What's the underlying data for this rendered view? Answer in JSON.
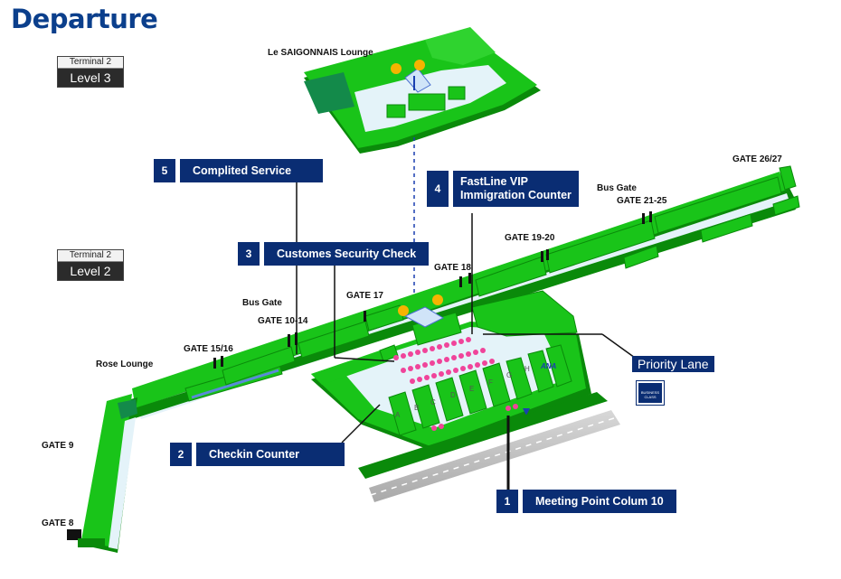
{
  "title": "Departure",
  "levels": [
    {
      "terminal": "Terminal 2",
      "level": "Level 3"
    },
    {
      "terminal": "Terminal 2",
      "level": "Level 2"
    }
  ],
  "callouts": [
    {
      "num": "1",
      "label": "Meeting Point Colum 10"
    },
    {
      "num": "2",
      "label": "Checkin Counter"
    },
    {
      "num": "3",
      "label": "Customes Security Check"
    },
    {
      "num": "4",
      "label": "FastLine VIP\nImmigration Counter"
    },
    {
      "num": "5",
      "label": "Complited Service"
    }
  ],
  "priority_lane": "Priority Lane",
  "business_class": "BUSINESS CLASS",
  "ana_logo": "ANA",
  "lounges": {
    "saigonnais": "Le SAIGONNAIS Lounge",
    "rose": "Rose Lounge"
  },
  "gates": {
    "gate_8": "GATE 8",
    "gate_9": "GATE 9",
    "gate_15_16": "GATE 15/16",
    "bus_gate_left": "Bus Gate",
    "gate_10_14": "GATE 10-14",
    "gate_17": "GATE 17",
    "gate_18": "GATE 18",
    "gate_19_20": "GATE 19-20",
    "bus_gate_right": "Bus Gate",
    "gate_21_25": "GATE 21-25",
    "gate_26_27": "GATE 26/27"
  },
  "counters": [
    "A",
    "B",
    "C",
    "D",
    "E",
    "F",
    "G",
    "H"
  ],
  "colors": {
    "green": "#19c419",
    "light_green": "#3fe03f",
    "dark_green": "#0a8a0a",
    "floor": "#e4f3f9",
    "navy": "#0a2d73",
    "title": "#0b3f8c"
  }
}
